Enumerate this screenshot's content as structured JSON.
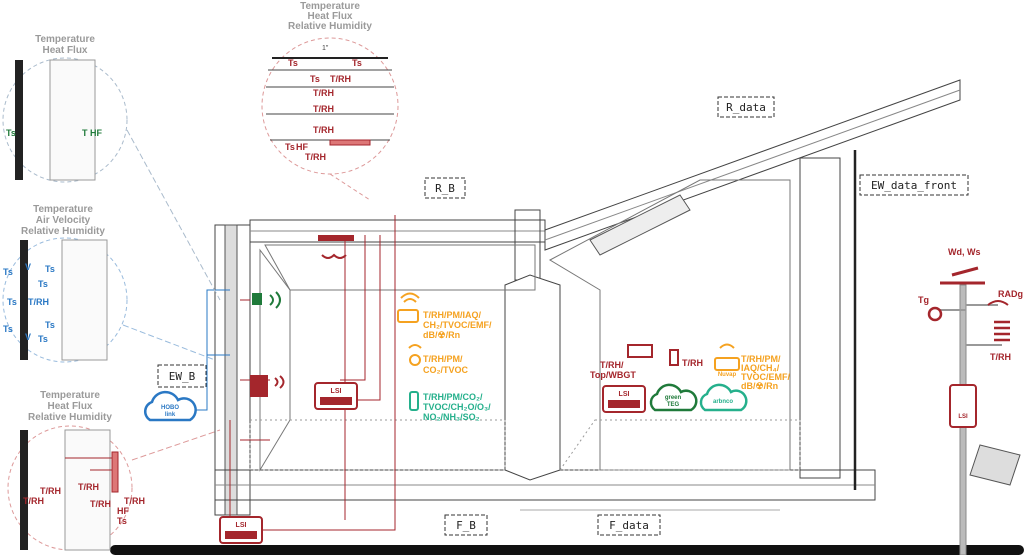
{
  "colors": {
    "red": "#a4262c",
    "orange": "#f5a220",
    "green": "#1f7a3a",
    "teal": "#25b08c",
    "blue": "#2a78c4",
    "gray": "#9a9a9a"
  },
  "zones": {
    "R_B": "R_B",
    "R_data": "R_data",
    "EW_data_front": "EW_data_front",
    "EW_B": "EW_B",
    "F_B": "F_B",
    "F_data": "F_data"
  },
  "details": {
    "roof": {
      "heading": [
        "Temperature",
        "Heat Flux",
        "Relative Humidity"
      ],
      "scale": "1\"",
      "labels": [
        "Ts",
        "Ts",
        "Ts",
        "T/RH",
        "T/RH",
        "T/RH",
        "T/RH",
        "Ts",
        "HF",
        "T/RH"
      ]
    },
    "wall_top": {
      "heading": [
        "Temperature",
        "Heat Flux"
      ],
      "labels": [
        "Ts",
        "T",
        "HF"
      ]
    },
    "wall_mid": {
      "heading": [
        "Temperature",
        "Air Velocity",
        "Relative Humidity"
      ],
      "labels": [
        "Ts",
        "V",
        "Ts",
        "Ts",
        "Ts",
        "T/RH",
        "Ts",
        "V",
        "Ts",
        "Ts"
      ]
    },
    "wall_bottom": {
      "heading": [
        "Temperature",
        "Heat Flux",
        "Relative Humidity"
      ],
      "labels": [
        "T/RH",
        "T/RH",
        "T/RH",
        "T/RH",
        "T/RH",
        "HF",
        "Ts"
      ]
    }
  },
  "devices": {
    "lsi": "LSI",
    "hobo": [
      "HOBO",
      "link"
    ],
    "green_teg": [
      "green",
      "TEG"
    ],
    "arbnco": "arbnco",
    "nuvap": "Nuvap",
    "sensor1": [
      "T/RH/PM/IAQ/",
      "CH₂/TVOC/EMF/",
      "dB/☢/Rn"
    ],
    "sensor2": [
      "T/RH/PM/",
      "CO₂/TVOC"
    ],
    "sensor3": [
      "T/RH/PM/CO₂/",
      "TVOC/CH₂O/O₃/",
      "NO₂/NH₃/SO₂"
    ],
    "sensor4": [
      "T/RH/",
      "Top/WBGT"
    ],
    "sensor5": "T/RH",
    "sensor6": [
      "T/RH/PM/",
      "IAQ/CH₄/",
      "TVOC/EMF/",
      "dB/☢/Rn"
    ]
  },
  "weather_station": {
    "wind": "Wd, Ws",
    "rad": "RADg",
    "globe": "Tg",
    "trh": "T/RH",
    "logger": "LSI"
  }
}
